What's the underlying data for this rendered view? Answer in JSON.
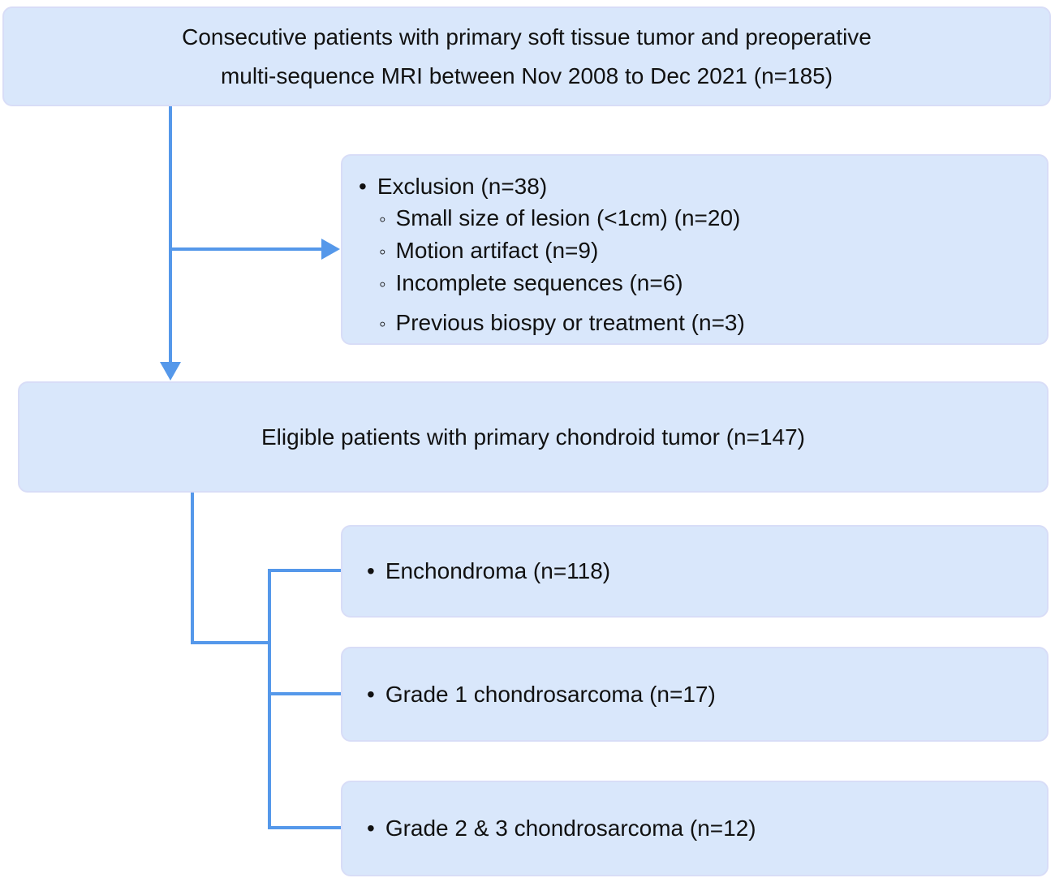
{
  "diagram": {
    "glyphs": {
      "bullet": "•",
      "sub_bullet": "◦"
    },
    "colors": {
      "box_fill": "#d9e7fb",
      "box_border": "#d8ddf7",
      "connector": "#5598ea",
      "text": "#111111",
      "background": "#ffffff"
    },
    "top_box": {
      "line1": "Consecutive patients with primary soft tissue tumor and preoperative",
      "line2": "multi-sequence MRI between Nov 2008 to Dec 2021 (n=185)"
    },
    "exclusion_box": {
      "title": "Exclusion (n=38)",
      "items": [
        "Small size of lesion (<1cm) (n=20)",
        "Motion artifact (n=9)",
        "Incomplete sequences (n=6)",
        "Previous biospy or treatment (n=3)"
      ]
    },
    "eligible_box": {
      "label": "Eligible patients with primary chondroid tumor (n=147)"
    },
    "outcome_boxes": [
      {
        "label": "Enchondroma (n=118)"
      },
      {
        "label": "Grade 1 chondrosarcoma (n=17)"
      },
      {
        "label": "Grade 2 & 3 chondrosarcoma (n=12)"
      }
    ]
  }
}
